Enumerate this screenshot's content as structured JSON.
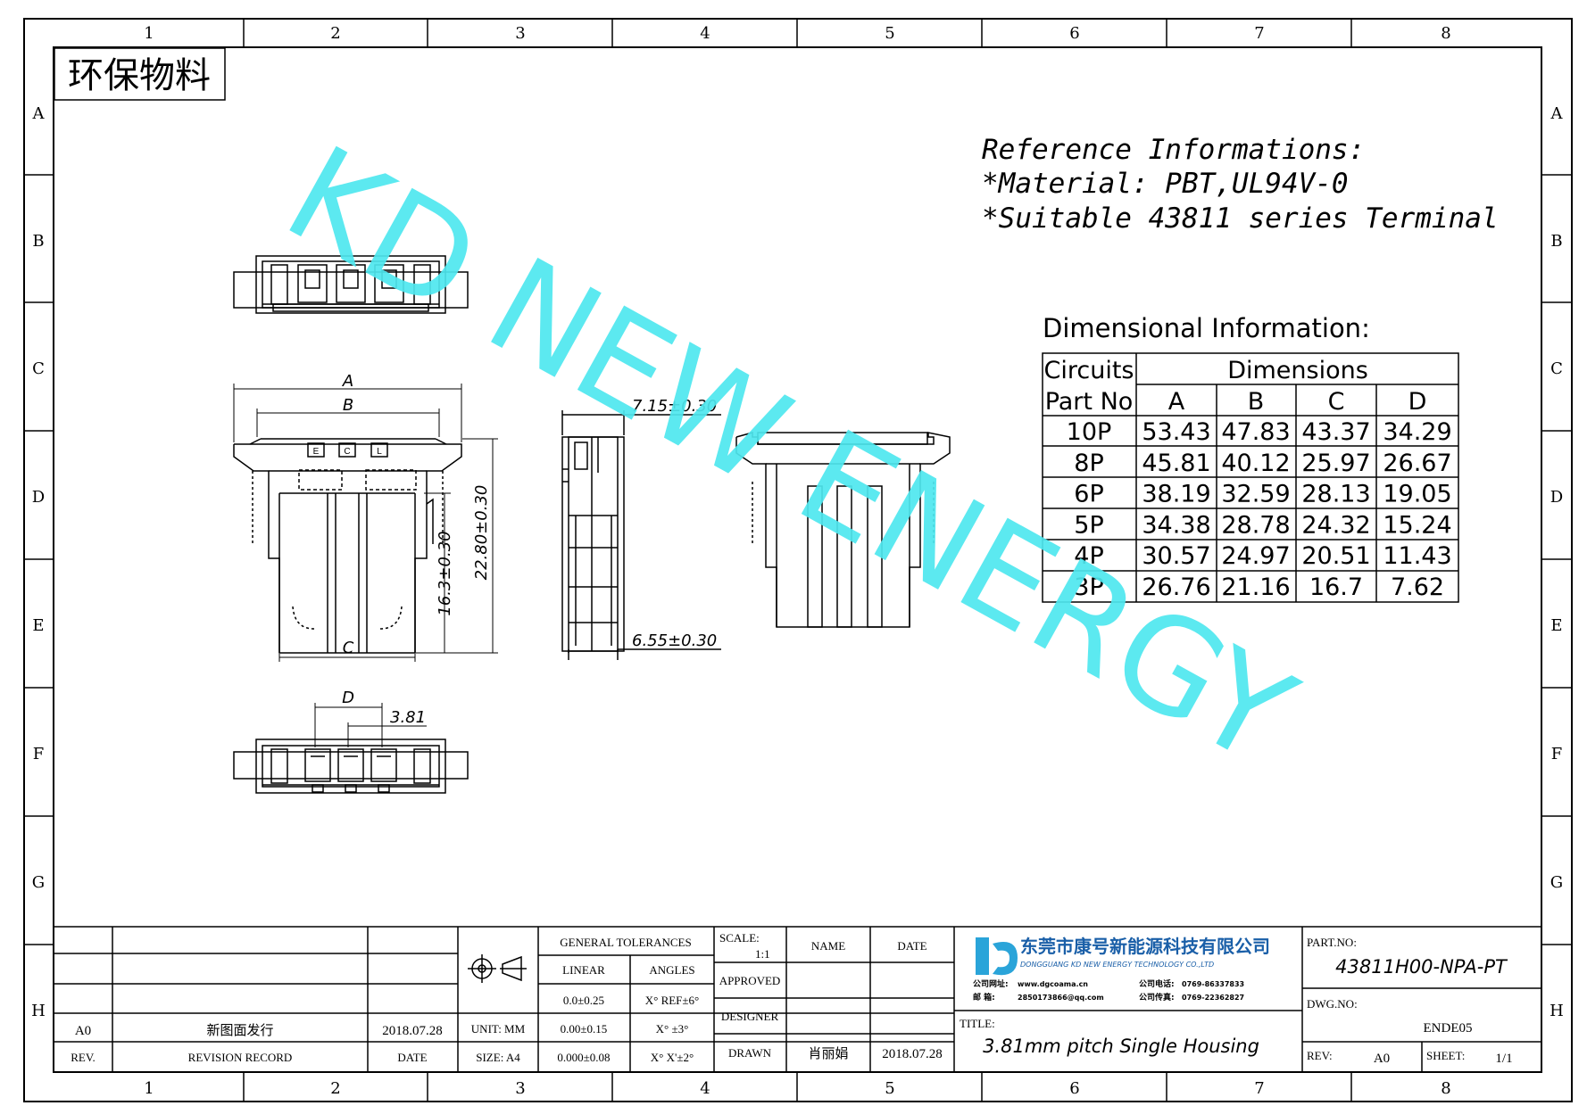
{
  "badge": "环保物料",
  "grid": {
    "cols": [
      "1",
      "2",
      "3",
      "4",
      "5",
      "6",
      "7",
      "8"
    ],
    "rows": [
      "A",
      "B",
      "C",
      "D",
      "E",
      "F",
      "G",
      "H"
    ]
  },
  "reference": {
    "line1": "Reference Informations:",
    "line2": "*Material: PBT,UL94V-0",
    "line3": "*Suitable 43811 series Terminal"
  },
  "dim_info": {
    "title": "Dimensional  Information:",
    "head_circuits": "Circuits",
    "head_partno": "Part  No",
    "head_dimensions": "Dimensions",
    "cols": [
      "A",
      "B",
      "C",
      "D"
    ],
    "rows": [
      {
        "part": "10P",
        "a": "53.43",
        "b": "47.83",
        "c": "43.37",
        "d": "34.29"
      },
      {
        "part": "8P",
        "a": "45.81",
        "b": "40.12",
        "c": "25.97",
        "d": "26.67"
      },
      {
        "part": "6P",
        "a": "38.19",
        "b": "32.59",
        "c": "28.13",
        "d": "19.05"
      },
      {
        "part": "5P",
        "a": "34.38",
        "b": "28.78",
        "c": "24.32",
        "d": "15.24"
      },
      {
        "part": "4P",
        "a": "30.57",
        "b": "24.97",
        "c": "20.51",
        "d": "11.43"
      },
      {
        "part": "3P",
        "a": "26.76",
        "b": "21.16",
        "c": "16.7",
        "d": "7.62"
      }
    ]
  },
  "drawing_dims": {
    "a": "A",
    "b": "B",
    "c": "C",
    "d": "D",
    "h1": "16.3±0.30",
    "h2": "22.80±0.30",
    "w1": "7.15±0.30",
    "w2": "6.55±0.30",
    "pitch": "3.81",
    "cavity1": "E",
    "cavity2": "C",
    "cavity3": "L"
  },
  "watermark": "KD NEW ENERGY",
  "title_block": {
    "rev_value": "A0",
    "rev_record_value": "新图面发行",
    "rev_date_value": "2018.07.28",
    "rev_label": "REV.",
    "rev_record_label": "REVISION RECORD",
    "date_label": "DATE",
    "unit_label": "UNIT: MM",
    "size_label": "SIZE: A4",
    "gen_tol": "GENERAL TOLERANCES",
    "linear": "LINEAR",
    "angles": "ANGLES",
    "tol1": "0.0±0.25",
    "tol2": "0.00±0.15",
    "tol3": "0.000±0.08",
    "ang1": "X° REF±6°",
    "ang2": "X° ±3°",
    "ang3": "X° X'±2°",
    "scale_label": "SCALE:",
    "scale_value": "1:1",
    "name_label": "NAME",
    "date_col": "DATE",
    "approved": "APPROVED",
    "designer": "DESIGNER",
    "drawn": "DRAWN",
    "drawn_name": "肖丽娟",
    "drawn_date": "2018.07.28",
    "company_cn": "东莞市康号新能源科技有限公司",
    "company_en": "DONGGUANG KD NEW ENERGY TECHNOLOGY CO.,LTD",
    "contact1_label": "公司网址:",
    "contact1_value": "www.dgcoama.cn",
    "contact2_label": "公司电话:",
    "contact2_value": "0769-86337833",
    "contact3_label": "邮    箱:",
    "contact3_value": "2850173866@qq.com",
    "contact4_label": "公司传真:",
    "contact4_value": "0769-22362827",
    "title_label": "TITLE:",
    "title_value": "3.81mm pitch Single Housing",
    "partno_label": "PART.NO:",
    "partno_value": "43811H00-NPA-PT",
    "dwgno_label": "DWG.NO:",
    "dwgno_value": "ENDE05",
    "rev2_label": "REV:",
    "rev2_value": "A0",
    "sheet_label": "SHEET:",
    "sheet_value": "1/1"
  },
  "colors": {
    "watermark": "#4fe8ef",
    "line": "#000000",
    "logo": "#2aa4d9"
  }
}
